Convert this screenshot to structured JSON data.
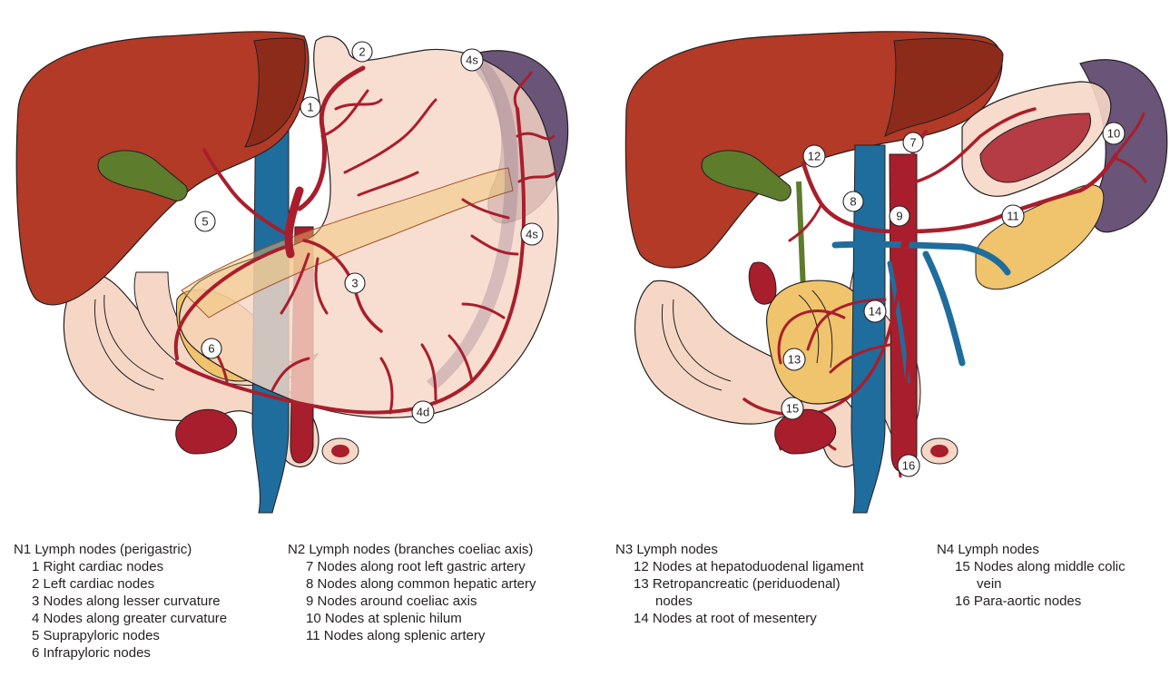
{
  "colors": {
    "liver": "#b23a26",
    "liver_dark": "#8d2b1b",
    "stomach": "#f6d7c6",
    "artery": "#a91e2c",
    "vein": "#1f6d9d",
    "spleen": "#6a5478",
    "pancreas": "#f0c46c",
    "gallbladder": "#5d7c2c",
    "outline": "#231f20"
  },
  "left_nodes": [
    "1",
    "2",
    "3",
    "4s",
    "4s",
    "4d",
    "5",
    "6"
  ],
  "right_nodes": [
    "7",
    "8",
    "9",
    "10",
    "11",
    "12",
    "13",
    "14",
    "15",
    "16"
  ],
  "legend": [
    {
      "header": "N1 Lymph nodes (perigastric)",
      "items": [
        "1 Right cardiac nodes",
        "2 Left cardiac nodes",
        "3 Nodes along lesser curvature",
        "4 Nodes along greater curvature",
        "5 Suprapyloric nodes",
        "6 Infrapyloric nodes"
      ]
    },
    {
      "header": "N2 Lymph nodes (branches coeliac axis)",
      "items": [
        "7 Nodes along root left gastric artery",
        "8 Nodes along common hepatic artery",
        "9 Nodes around coeliac axis",
        "10 Nodes at splenic hilum",
        "11 Nodes along splenic artery"
      ]
    },
    {
      "header": "N3 Lymph nodes",
      "items": [
        "12 Nodes at hepatoduodenal ligament",
        "13 Retropancreatic (periduodenal)",
        "nodes",
        "14 Nodes at root of mesentery"
      ]
    },
    {
      "header": "N4 Lymph nodes",
      "items": [
        "15 Nodes along middle colic",
        "vein",
        "16 Para-aortic nodes"
      ]
    }
  ]
}
